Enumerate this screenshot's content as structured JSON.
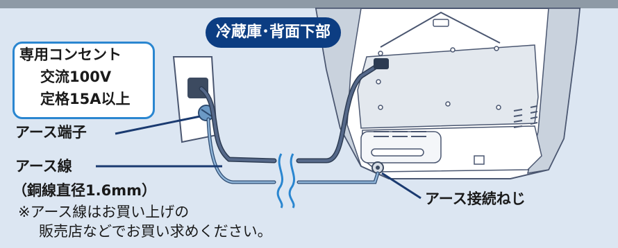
{
  "fridge_label": "冷蔵庫･背面下部",
  "outlet": {
    "line1": "専用コンセント",
    "line2": "交流100V",
    "line3": "定格15A以上"
  },
  "earth_terminal": "アース端子",
  "earth_wire": "アース線",
  "earth_wire_spec": "（銅線直径1.6mm）",
  "earth_screw": "アース接続ねじ",
  "note_line1": "※アース線はお買い上げの",
  "note_line2": "販売店などでお買い求めください。",
  "colors": {
    "background": "#dce6f2",
    "label_fill": "#0c3d82",
    "outlet_border": "#2a86d0",
    "cable": "#4a5a70",
    "earth_wire": "#6c9ac6"
  }
}
